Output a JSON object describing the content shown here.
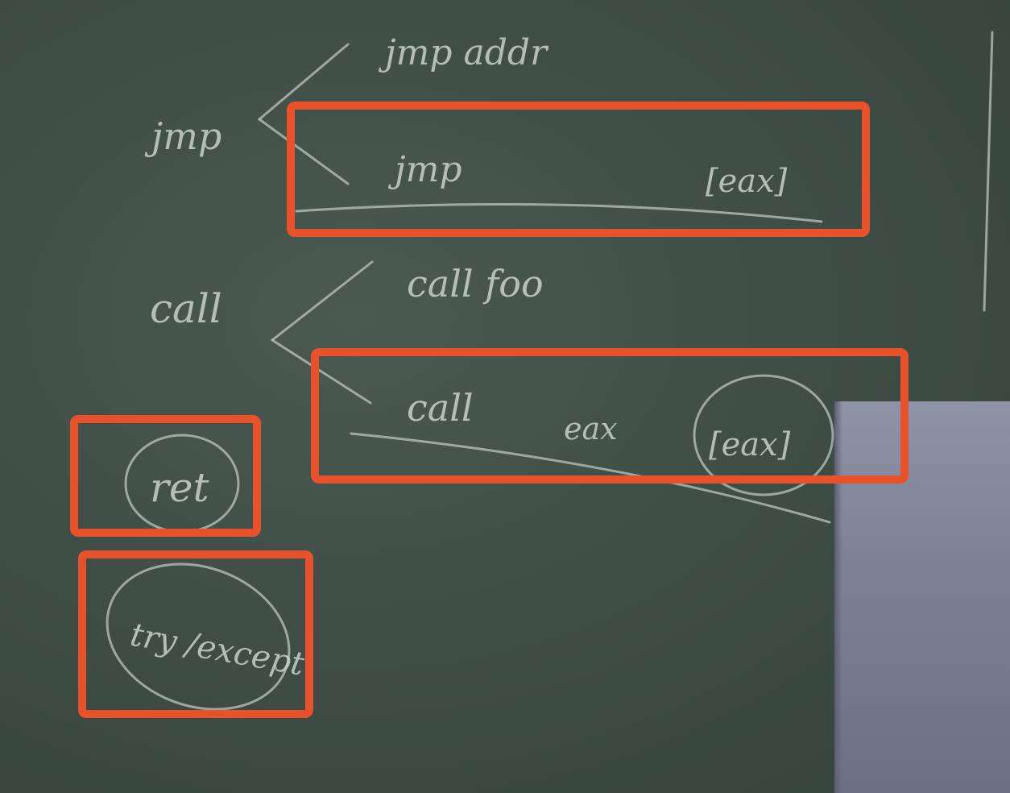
{
  "chalk": {
    "jmp": "jmp",
    "jmp_addr": "jmp  addr",
    "jmp_indirect": "jmp",
    "jmp_eax": "[eax]",
    "call": "call",
    "call_foo": "call  foo",
    "call_indirect": "call",
    "call_eax": "eax",
    "call_mem_eax": "[eax]",
    "ret": "ret",
    "try_except": "try /except"
  },
  "colors": {
    "board": "#3d4b44",
    "chalk": "#c9d1cb",
    "highlight": "#e8522b",
    "panel": "#7d8296"
  }
}
